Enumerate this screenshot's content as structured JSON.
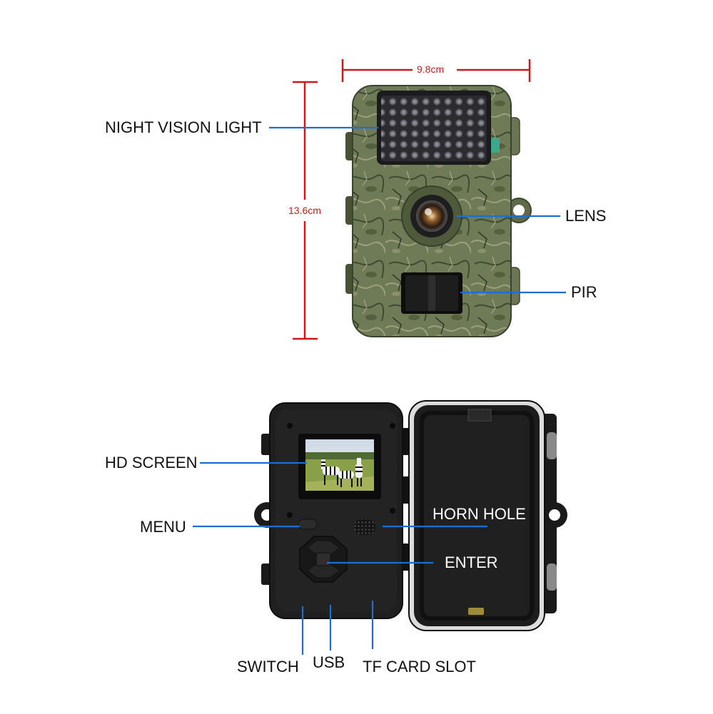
{
  "dimensions": {
    "width_label": "9.8cm",
    "height_label": "13.6cm",
    "color": "#d01818"
  },
  "front_labels": {
    "night_vision": "NIGHT VISION LIGHT",
    "lens": "LENS",
    "pir": "PIR"
  },
  "back_labels": {
    "hd_screen": "HD SCREEN",
    "menu": "MENU",
    "horn_hole": "HORN HOLE",
    "enter": "ENTER",
    "switch": "SWITCH",
    "usb": "USB",
    "tf_card_slot": "TF CARD SLOT"
  },
  "colors": {
    "leader_line": "#1a6fd4",
    "camo_base": "#6d7a55",
    "camera_body_dark": "#1c1c1c"
  }
}
